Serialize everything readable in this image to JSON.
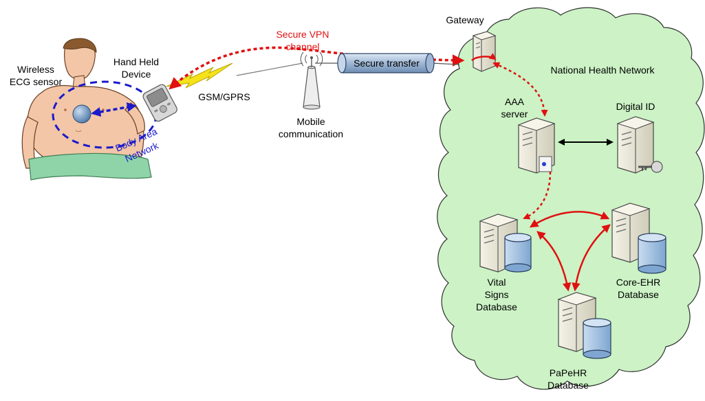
{
  "labels": {
    "wireless_ecg_line1": "Wireless",
    "wireless_ecg_line2": "ECG sensor",
    "hand_held_line1": "Hand Held",
    "hand_held_line2": "Device",
    "body_area_line1": "Body Area",
    "body_area_line2": "Network",
    "gsm_gprs": "GSM/GPRS",
    "secure_vpn_line1": "Secure VPN",
    "secure_vpn_line2": "channel",
    "mobile_comm_line1": "Mobile",
    "mobile_comm_line2": "communication",
    "secure_transfer": "Secure transfer",
    "gateway": "Gateway",
    "national_health_network": "National Health Network",
    "aaa_line1": "AAA",
    "aaa_line2": "server",
    "digital_id": "Digital ID",
    "vital_line1": "Vital",
    "vital_line2": "Signs",
    "vital_line3": "Database",
    "core_line1": "Core-EHR",
    "core_line2": "Database",
    "papehr_line1": "PaPeHR",
    "papehr_line2": "Database"
  },
  "colors": {
    "cloud_fill": "#ccf2c5",
    "cloud_stroke": "#2e2e2e",
    "vpn_red": "#e01010",
    "ban_blue": "#1a1acc",
    "server_body": "#e8e6d8",
    "db_blue": "#a7c6e6",
    "lightning": "#f5e21a",
    "tube": "#9fb7d4"
  }
}
